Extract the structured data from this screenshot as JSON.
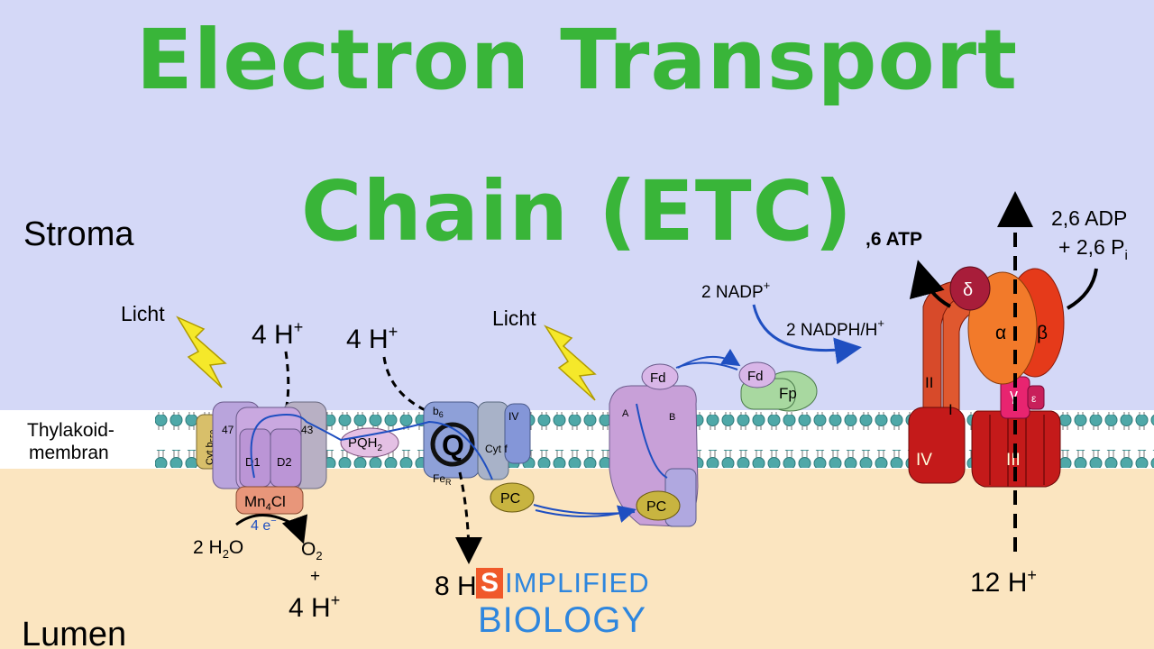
{
  "title": {
    "line1": "Electron Transport",
    "line2": "Chain (ETC)"
  },
  "regions": {
    "stroma": "Stroma",
    "lumen": "Lumen",
    "membrane_line1": "Thylakoid-",
    "membrane_line2": "membran"
  },
  "labels": {
    "licht": "Licht",
    "h4": "4 H",
    "h_sup": "+",
    "water": "2 H",
    "water_sub": "2",
    "water_o": "O",
    "o2": "O",
    "o2_sub": "2",
    "plus": "+",
    "electrons": "4 e",
    "electrons_sup": "−",
    "h8": "8 H",
    "h12": "12 H",
    "nadp": "2 NADP",
    "nadph": "2 NADPH/H",
    "atp": ",6 ATP",
    "adp_line1": "2,6 ADP",
    "adp_line2": "+ 2,6 P",
    "adp_sub": "i"
  },
  "complexes": {
    "ps2": {
      "n47": "47",
      "n43": "43",
      "d1": "D1",
      "d2": "D2",
      "mn": "Mn",
      "mn_sub": "4",
      "mn_cl": "Cl",
      "cytb": "Cyt b",
      "cytb_sub": "559"
    },
    "pqh2": {
      "label": "PQH",
      "sub": "2"
    },
    "cyt_b6f": {
      "b": "b",
      "b_sub": "6",
      "q": "Q",
      "iv": "IV",
      "fe": "Fe",
      "fe_sub": "R",
      "cytf": "Cyt f"
    },
    "pc": "PC",
    "ps1": {
      "fd": "Fd",
      "a": "A",
      "b": "B"
    },
    "fnr": {
      "fd": "Fd",
      "fp": "Fp"
    },
    "atp_synthase": {
      "delta": "δ",
      "alpha": "α",
      "beta": "β",
      "gamma": "γ",
      "epsilon": "ε",
      "ii": "II",
      "i": "I",
      "iv": "IV",
      "iii": "III"
    }
  },
  "logo": {
    "s": "S",
    "line1": "IMPLIFIED",
    "line2": "BIOLOGY"
  },
  "colors": {
    "title_green": "#39b539",
    "stroma_bg": "#d4d8f7",
    "lumen_bg": "#fbe5c0",
    "lipid_head": "#4fa8a8",
    "electron_path": "#1f4fc1",
    "logo_orange": "#f0592a",
    "logo_blue": "#2e86de"
  }
}
